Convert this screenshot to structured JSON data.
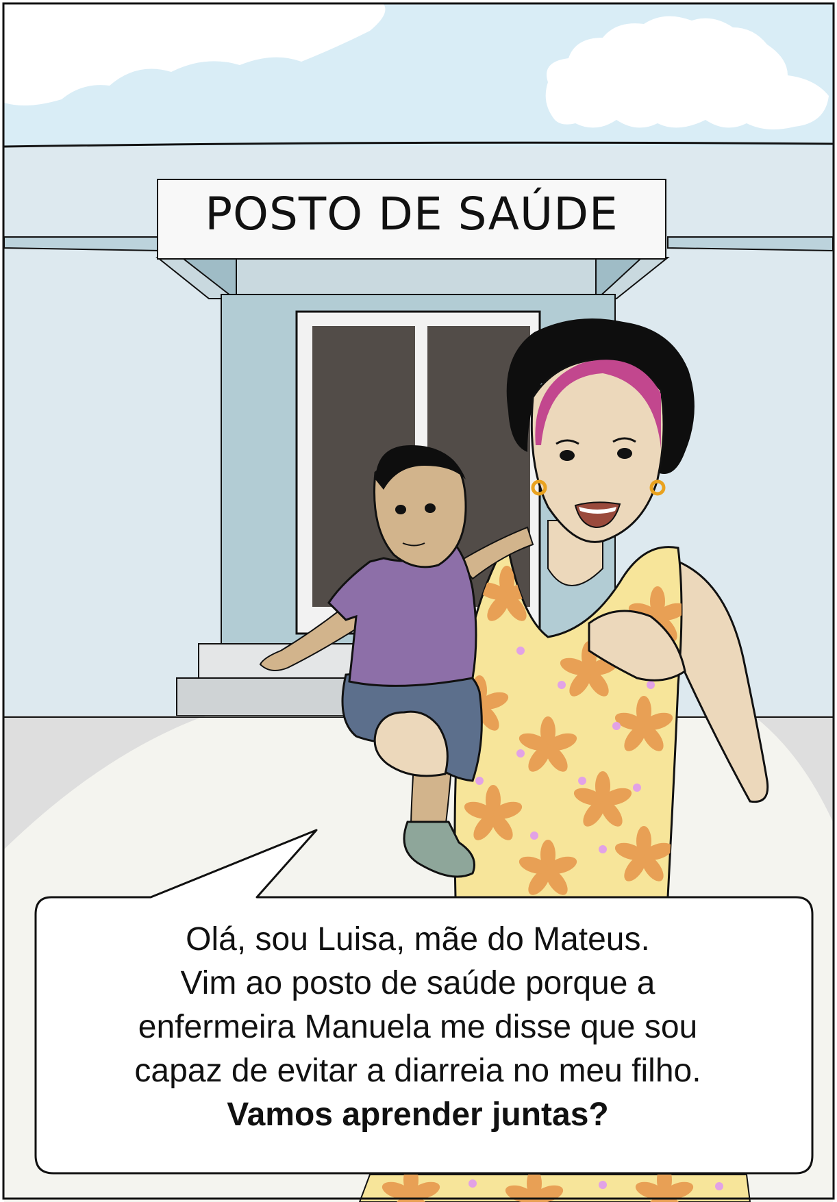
{
  "sign": {
    "text": "POSTO DE SAÚDE"
  },
  "speech_bubble": {
    "lines": [
      "Olá, sou Luisa, mãe do Mateus.",
      "Vim ao posto de saúde porque a",
      "enfermeira Manuela me disse que sou",
      "capaz de evitar a diarreia no meu filho."
    ],
    "emphasis": "Vamos aprender juntas?"
  },
  "colors": {
    "sky": "#d9edf6",
    "wall": "#dde9ef",
    "doorway": "#b2ccd4",
    "window": "#524c48",
    "ground": "#f4f4ef",
    "ground_shadow": "#dddddd",
    "skin_mother": "#ecd8bb",
    "skin_baby": "#d2b48c",
    "dress": "#f7e59a",
    "dress_flowers": "#e8a055",
    "dress_dots": "#e2a2e6",
    "baby_shirt": "#8d6fa8",
    "baby_shorts": "#5c6f8c",
    "baby_shoe": "#8ea69a",
    "headband": "#c2478e",
    "earrings": "#e9a21f"
  },
  "characters": [
    {
      "icon": "mother-figure"
    },
    {
      "icon": "baby-figure"
    }
  ]
}
